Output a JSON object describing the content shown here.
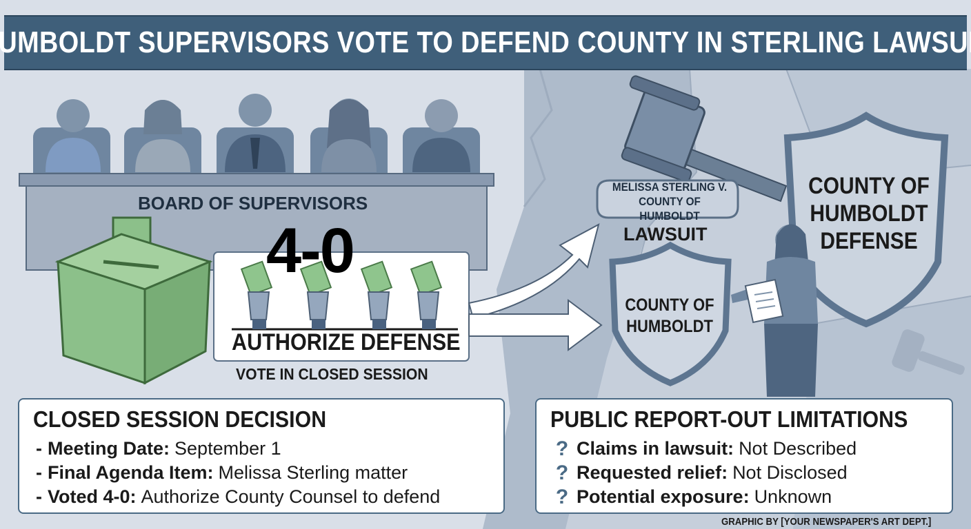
{
  "title": "HUMBOLDT SUPERVISORS VOTE TO DEFEND COUNTY IN STERLING LAWSUIT",
  "board": {
    "label": "BOARD OF SUPERVISORS",
    "vote_count": "4-0",
    "action_label": "AUTHORIZE DEFENSE",
    "session_label": "VOTE IN CLOSED SESSION"
  },
  "lawsuit": {
    "name_line1": "MELISSA STERLING V.",
    "name_line2": "COUNTY OF HUMBOLDT",
    "label": "LAWSUIT"
  },
  "shields": {
    "small_line1": "COUNTY OF",
    "small_line2": "HUMBOLDT",
    "large_line1": "COUNTY OF",
    "large_line2": "HUMBOLDT",
    "large_line3": "DEFENSE"
  },
  "closed_session": {
    "title": "CLOSED SESSION DECISION",
    "items": [
      {
        "label": "Meeting Date:",
        "value": "September 1"
      },
      {
        "label": "Final Agenda Item:",
        "value": "Melissa Sterling matter"
      },
      {
        "label": "Voted 4-0:",
        "value": "Authorize County Counsel to defend"
      }
    ]
  },
  "report_out": {
    "title": "PUBLIC REPORT-OUT LIMITATIONS",
    "items": [
      {
        "label": "Claims in lawsuit:",
        "value": "Not Described"
      },
      {
        "label": "Requested relief:",
        "value": "Not Disclosed"
      },
      {
        "label": "Potential exposure:",
        "value": "Unknown"
      }
    ]
  },
  "credit": "GRAPHIC BY [YOUR NEWSPAPER'S ART DEPT.]",
  "colors": {
    "title_bar": "#3f5f7a",
    "ballot_box": "#8cc08a",
    "shield": "#7d94ab",
    "panel_border": "#4a6a85"
  }
}
